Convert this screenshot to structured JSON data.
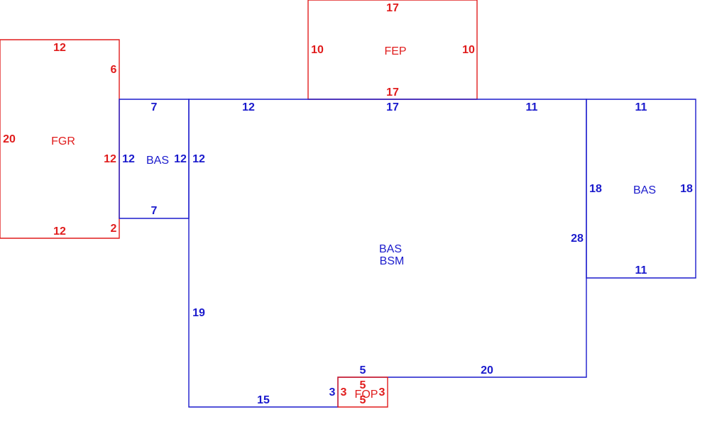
{
  "colors": {
    "main": "#1a1acc",
    "attached": "#e01c1c",
    "background": "#ffffff"
  },
  "areas": {
    "fgr": {
      "code": "FGR",
      "dims": [
        "12",
        "6",
        "20",
        "12",
        "12",
        "2"
      ]
    },
    "fep": {
      "code": "FEP",
      "dims": [
        "17",
        "10",
        "10",
        "17"
      ]
    },
    "bas_left": {
      "code": "BAS",
      "dims": [
        "7",
        "12",
        "12",
        "7"
      ]
    },
    "main": {
      "code1": "BAS",
      "code2": "BSM",
      "dims": [
        "12",
        "12",
        "17",
        "11",
        "28",
        "19",
        "15",
        "3",
        "5",
        "20"
      ]
    },
    "bas_right": {
      "code": "BAS",
      "dims": [
        "11",
        "18",
        "18",
        "11"
      ]
    },
    "fop": {
      "code": "FOP",
      "dims": [
        "5",
        "3",
        "3",
        "5"
      ]
    }
  }
}
